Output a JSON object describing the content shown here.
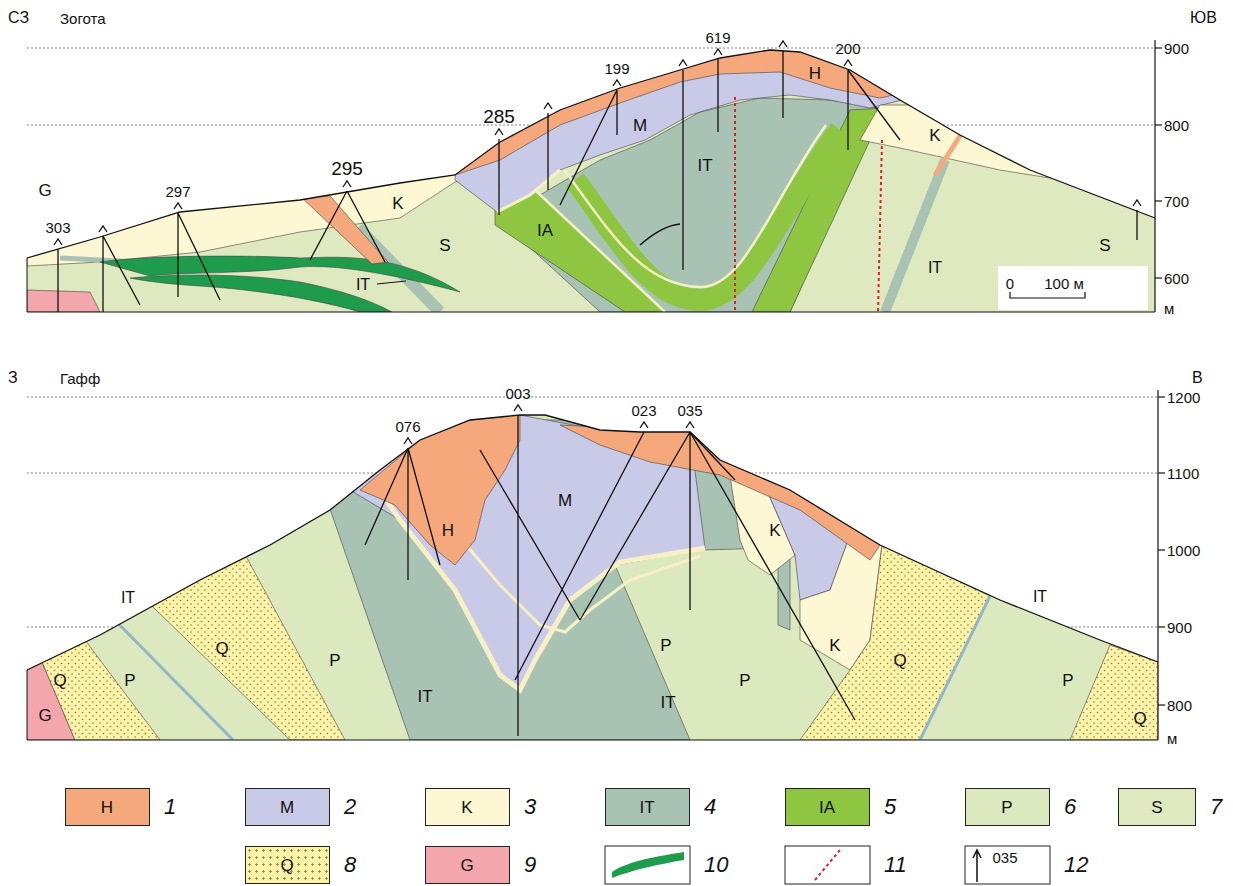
{
  "diagram": {
    "labels": [
      "СЗ",
      "Зогота",
      "ЮВ",
      "900",
      "800",
      "700",
      "600",
      "м",
      "0",
      "100 м",
      "303",
      "297",
      "295",
      "285",
      "199",
      "619",
      "200",
      "G",
      "K",
      "S",
      "IT",
      "IA",
      "M",
      "IT",
      "H",
      "K",
      "IT",
      "S",
      "З",
      "Гафф",
      "В",
      "1200",
      "1100",
      "1000",
      "900",
      "800",
      "м",
      "076",
      "003",
      "023",
      "035",
      "H",
      "M",
      "K",
      "K",
      "IT",
      "Q",
      "P",
      "Q",
      "G",
      "P",
      "IT",
      "P",
      "IT",
      "P",
      "Q",
      "IT",
      "P",
      "Q",
      "H",
      "M",
      "K",
      "IT",
      "IA",
      "P",
      "S",
      "Q",
      "G",
      "035"
    ],
    "legend": [
      {
        "text": "1",
        "color": "#f5a87c"
      },
      {
        "text": "2",
        "color": "#c9c9e8"
      },
      {
        "text": "3",
        "color": "#fdf7d3"
      },
      {
        "text": "4",
        "color": "#a8c3b4"
      },
      {
        "text": "5",
        "color": "#8ec641"
      },
      {
        "text": "6",
        "color": "#dce8bd"
      },
      {
        "text": "7",
        "color": "#dfe9bf"
      },
      {
        "text": "8",
        "color": "#fdf3a8"
      },
      {
        "text": "9",
        "color": "#f4a6ad"
      },
      {
        "text": "10"
      },
      {
        "text": "11"
      },
      {
        "text": "12"
      }
    ]
  }
}
